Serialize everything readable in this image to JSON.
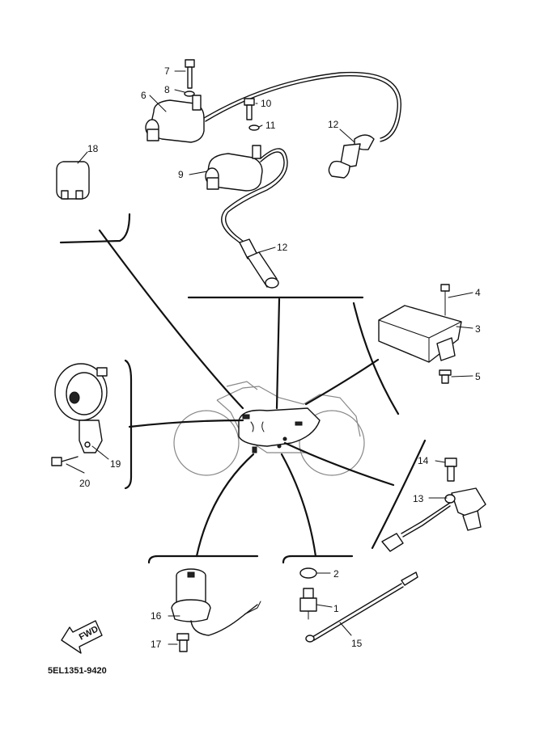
{
  "diagram_code": "5EL1351-9420",
  "fwd_label": "FWD",
  "callouts": {
    "c1": "1",
    "c2": "2",
    "c3": "3",
    "c4": "4",
    "c5": "5",
    "c6": "6",
    "c7": "7",
    "c8": "8",
    "c9": "9",
    "c10": "10",
    "c11": "11",
    "c12a": "12",
    "c12b": "12",
    "c13": "13",
    "c14": "14",
    "c15": "15",
    "c16": "16",
    "c17": "17",
    "c18": "18",
    "c19": "19",
    "c20": "20"
  }
}
